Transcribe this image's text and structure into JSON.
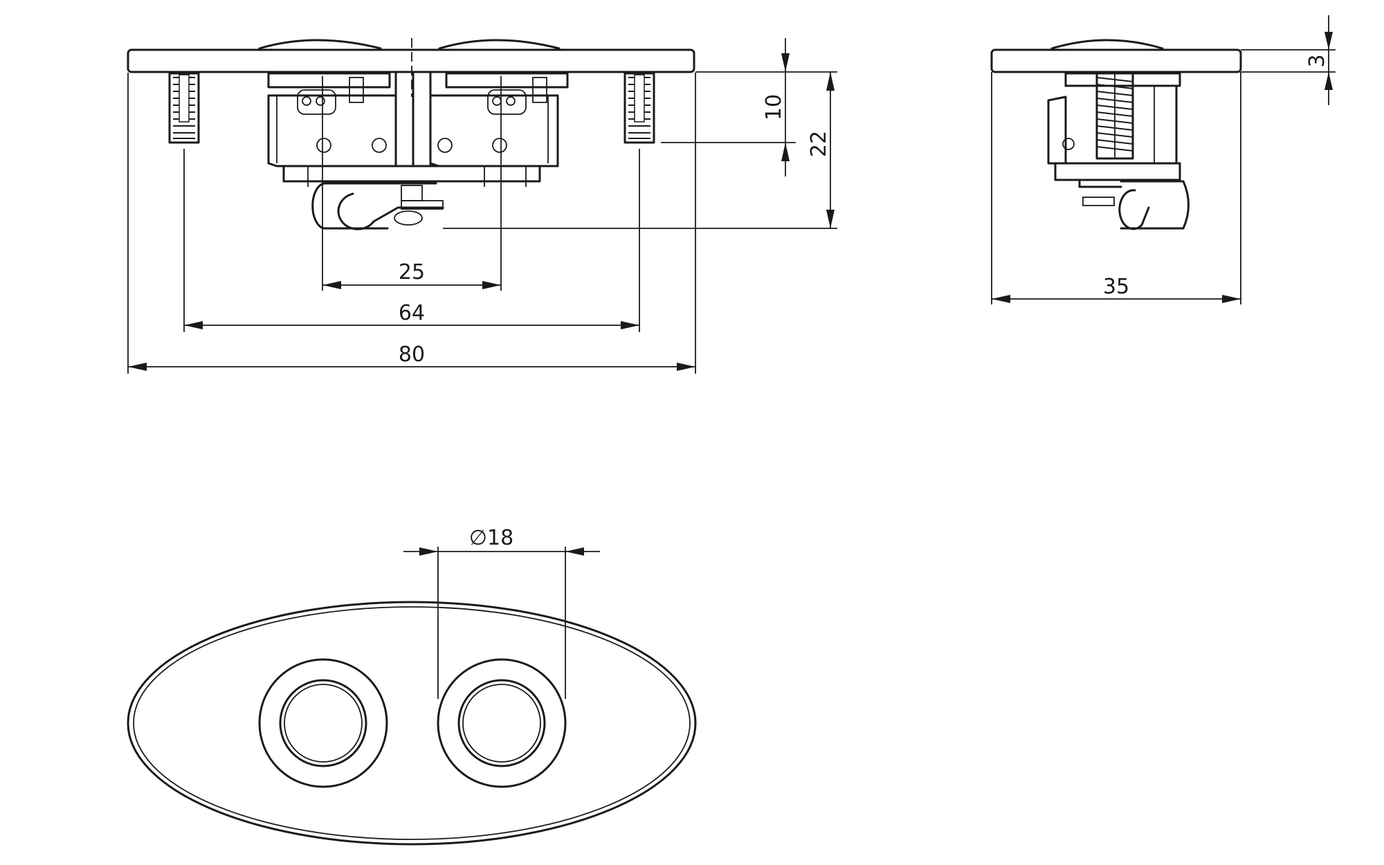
{
  "dimensions": {
    "width_total": "80",
    "mount_spacing": "64",
    "button_spacing": "25",
    "depth_to_screw": "10",
    "depth_total": "22",
    "side_width": "35",
    "plate_thickness": "3",
    "button_diameter": "∅18"
  },
  "colors": {
    "line": "#1a1a1a",
    "background": "#ffffff"
  }
}
